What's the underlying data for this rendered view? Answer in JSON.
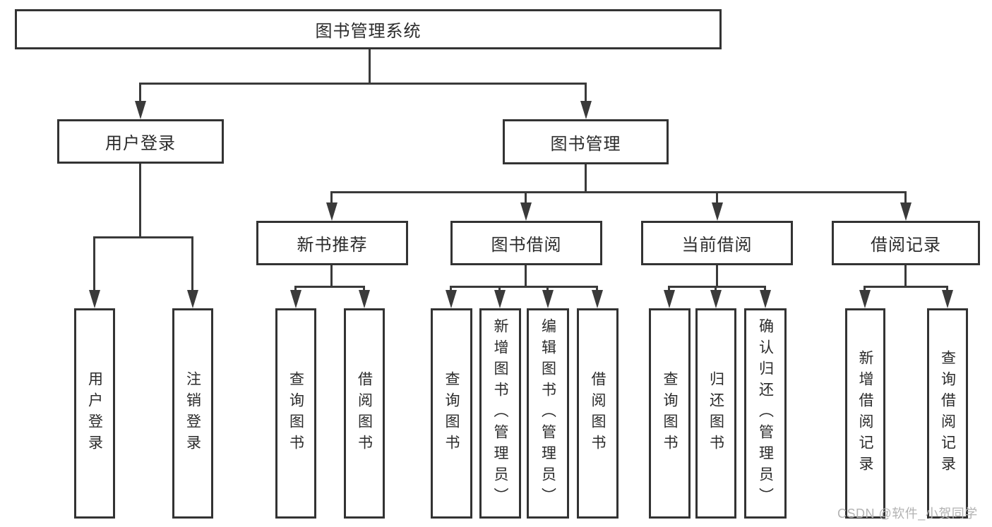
{
  "diagram": {
    "root": {
      "label": "图书管理系统"
    },
    "branches": [
      {
        "label": "用户登录",
        "children": [
          {
            "label": "用户登录"
          },
          {
            "label": "注销登录"
          }
        ]
      },
      {
        "label": "图书管理",
        "children": [
          {
            "label": "新书推荐",
            "children": [
              {
                "label": "查询图书"
              },
              {
                "label": "借阅图书"
              }
            ]
          },
          {
            "label": "图书借阅",
            "children": [
              {
                "label": "查询图书"
              },
              {
                "label": "新增图书（管理员）"
              },
              {
                "label": "编辑图书（管理员）"
              },
              {
                "label": "借阅图书"
              }
            ]
          },
          {
            "label": "当前借阅",
            "children": [
              {
                "label": "查询图书"
              },
              {
                "label": "归还图书"
              },
              {
                "label": "确认归还（管理员）"
              }
            ]
          },
          {
            "label": "借阅记录",
            "children": [
              {
                "label": "新增借阅记录"
              },
              {
                "label": "查询借阅记录"
              }
            ]
          }
        ]
      }
    ]
  },
  "watermark": {
    "text": "CSDN @软件_小贺同学"
  },
  "colors": {
    "line": "#3a3a3a",
    "box_border": "#333333",
    "text": "#2b2b2b",
    "watermark": "#b3b3b3",
    "background": "#ffffff"
  }
}
